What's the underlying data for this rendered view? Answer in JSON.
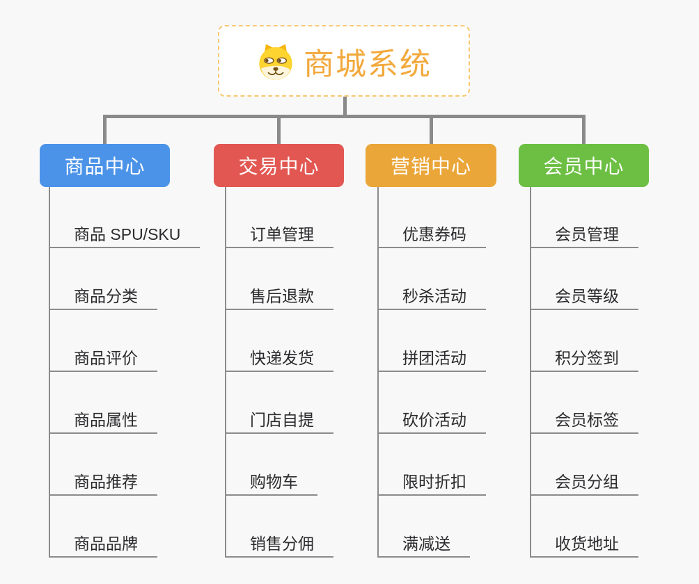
{
  "root": {
    "title": "商城系统",
    "icon": "dog-face-icon",
    "title_color": "#F2A93C",
    "border_color": "#F7C873"
  },
  "branches": [
    {
      "label": "商品中心",
      "color": "#4B93E8",
      "children": [
        "商品 SPU/SKU",
        "商品分类",
        "商品评价",
        "商品属性",
        "商品推荐",
        "商品品牌"
      ]
    },
    {
      "label": "交易中心",
      "color": "#E25752",
      "children": [
        "订单管理",
        "售后退款",
        "快递发货",
        "门店自提",
        "购物车",
        "销售分佣"
      ]
    },
    {
      "label": "营销中心",
      "color": "#EAA638",
      "children": [
        "优惠券码",
        "秒杀活动",
        "拼团活动",
        "砍价活动",
        "限时折扣",
        "满减送"
      ]
    },
    {
      "label": "会员中心",
      "color": "#6CBF43",
      "children": [
        "会员管理",
        "会员等级",
        "积分签到",
        "会员标签",
        "会员分组",
        "收货地址"
      ]
    }
  ],
  "connector_color": "#8A8A8A",
  "item_text_color": "#2B2B2E",
  "background_color": "#F8F8F8"
}
